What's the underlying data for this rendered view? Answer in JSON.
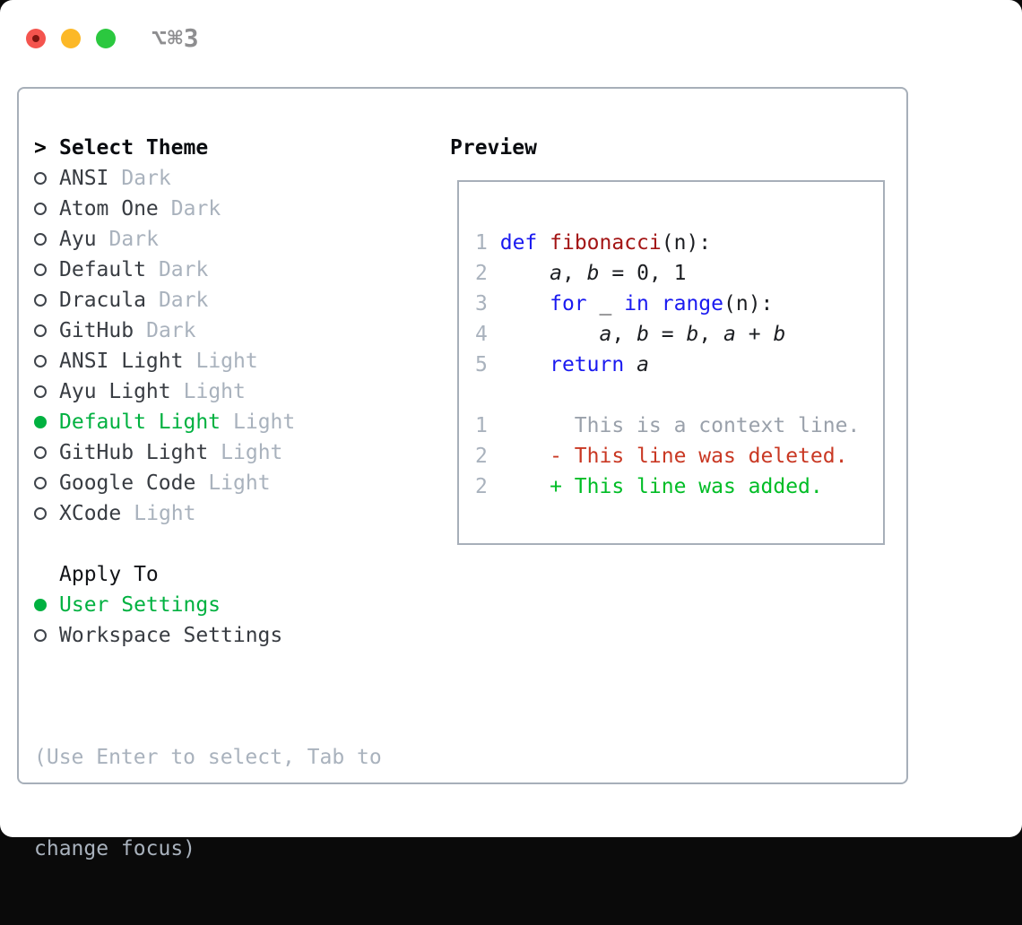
{
  "window": {
    "title": "⌥⌘3"
  },
  "colors": {
    "accent_green": "#00b140",
    "keyword_blue": "#1a1af0",
    "function_red": "#a31515",
    "diff_red": "#c93823",
    "diff_green": "#00bd26",
    "muted_gray": "#a9b2bd",
    "traffic_red": "#f4544e",
    "traffic_yellow": "#fcb827",
    "traffic_green": "#2bc83f"
  },
  "theme_selector": {
    "cursor": ">",
    "header": "Select Theme",
    "items": [
      {
        "name": "ANSI",
        "tag": "Dark",
        "selected": false
      },
      {
        "name": "Atom One",
        "tag": "Dark",
        "selected": false
      },
      {
        "name": "Ayu",
        "tag": "Dark",
        "selected": false
      },
      {
        "name": "Default",
        "tag": "Dark",
        "selected": false
      },
      {
        "name": "Dracula",
        "tag": "Dark",
        "selected": false
      },
      {
        "name": "GitHub",
        "tag": "Dark",
        "selected": false
      },
      {
        "name": "ANSI Light",
        "tag": "Light",
        "selected": false
      },
      {
        "name": "Ayu Light",
        "tag": "Light",
        "selected": false
      },
      {
        "name": "Default Light",
        "tag": "Light",
        "selected": true
      },
      {
        "name": "GitHub Light",
        "tag": "Light",
        "selected": false
      },
      {
        "name": "Google Code",
        "tag": "Light",
        "selected": false
      },
      {
        "name": "XCode",
        "tag": "Light",
        "selected": false
      }
    ]
  },
  "apply_to": {
    "header": "Apply To",
    "options": [
      {
        "label": "User Settings",
        "selected": true
      },
      {
        "label": "Workspace Settings",
        "selected": false
      }
    ]
  },
  "hint": {
    "lines": [
      "(Use Enter to select, Tab to",
      "change focus)"
    ]
  },
  "preview": {
    "header": "Preview",
    "code_lines": [
      {
        "num": "1",
        "tokens": [
          {
            "text": "def",
            "type": "keyword"
          },
          {
            "text": " ",
            "type": "plain"
          },
          {
            "text": "fibonacci",
            "type": "function"
          },
          {
            "text": "(n):",
            "type": "plain"
          }
        ]
      },
      {
        "num": "2",
        "tokens": [
          {
            "text": "    ",
            "type": "plain"
          },
          {
            "text": "a",
            "type": "variable"
          },
          {
            "text": ", ",
            "type": "plain"
          },
          {
            "text": "b",
            "type": "variable"
          },
          {
            "text": " = 0, 1",
            "type": "plain"
          }
        ]
      },
      {
        "num": "3",
        "tokens": [
          {
            "text": "    ",
            "type": "plain"
          },
          {
            "text": "for",
            "type": "keyword"
          },
          {
            "text": " _ ",
            "type": "plain"
          },
          {
            "text": "in",
            "type": "keyword"
          },
          {
            "text": " ",
            "type": "plain"
          },
          {
            "text": "range",
            "type": "keyword"
          },
          {
            "text": "(n):",
            "type": "plain"
          }
        ]
      },
      {
        "num": "4",
        "tokens": [
          {
            "text": "        ",
            "type": "plain"
          },
          {
            "text": "a",
            "type": "variable"
          },
          {
            "text": ", ",
            "type": "plain"
          },
          {
            "text": "b",
            "type": "variable"
          },
          {
            "text": " = ",
            "type": "plain"
          },
          {
            "text": "b",
            "type": "variable"
          },
          {
            "text": ", ",
            "type": "plain"
          },
          {
            "text": "a",
            "type": "variable"
          },
          {
            "text": " + ",
            "type": "plain"
          },
          {
            "text": "b",
            "type": "variable"
          }
        ]
      },
      {
        "num": "5",
        "tokens": [
          {
            "text": "    ",
            "type": "plain"
          },
          {
            "text": "return",
            "type": "keyword"
          },
          {
            "text": " ",
            "type": "plain"
          },
          {
            "text": "a",
            "type": "variable"
          }
        ]
      }
    ],
    "diff_lines": [
      {
        "num": "1",
        "marker": " ",
        "text": "This is a context line.",
        "type": "context"
      },
      {
        "num": "2",
        "marker": "-",
        "text": "This line was deleted.",
        "type": "deleted"
      },
      {
        "num": "2",
        "marker": "+",
        "text": "This line was added.",
        "type": "added"
      }
    ]
  }
}
